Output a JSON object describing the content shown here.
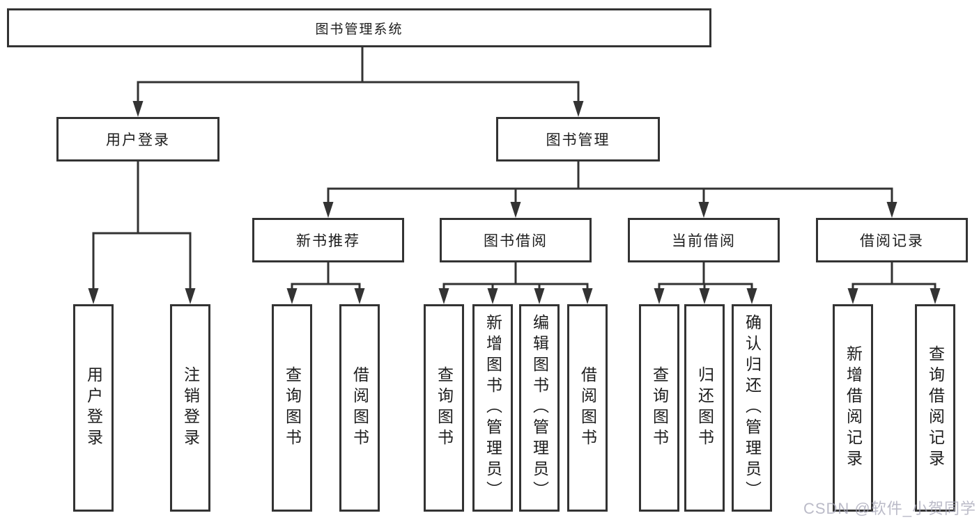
{
  "tree": {
    "label": "图书管理系统",
    "children": [
      {
        "label": "用户登录",
        "children": [
          {
            "label": "用户登录"
          },
          {
            "label": "注销登录"
          }
        ]
      },
      {
        "label": "图书管理",
        "children": [
          {
            "label": "新书推荐",
            "children": [
              {
                "label": "查询图书"
              },
              {
                "label": "借阅图书"
              }
            ]
          },
          {
            "label": "图书借阅",
            "children": [
              {
                "label": "查询图书"
              },
              {
                "label": "新增图书（管理员）"
              },
              {
                "label": "编辑图书（管理员）"
              },
              {
                "label": "借阅图书"
              }
            ]
          },
          {
            "label": "当前借阅",
            "children": [
              {
                "label": "查询图书"
              },
              {
                "label": "归还图书"
              },
              {
                "label": "确认归还（管理员）"
              }
            ]
          },
          {
            "label": "借阅记录",
            "children": [
              {
                "label": "新增借阅记录"
              },
              {
                "label": "查询借阅记录"
              }
            ]
          }
        ]
      }
    ]
  },
  "watermark": {
    "text": "CSDN @软件_小贺同学"
  },
  "colors": {
    "line": "#333333",
    "box_border": "#333333",
    "text": "#1d1d1d",
    "watermark": "#a4a4b6",
    "background": "#ffffff"
  }
}
